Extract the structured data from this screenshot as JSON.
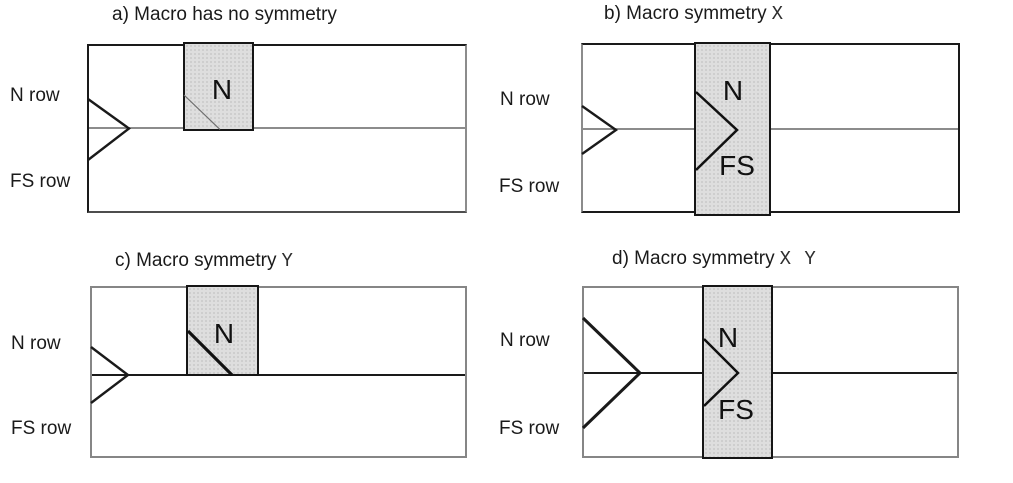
{
  "figure": {
    "colors": {
      "macro_fill": "#dedede",
      "macro_border": "#161616",
      "line_black": "#1a1a1a",
      "line_gray": "#8c8c8c"
    },
    "panels": [
      {
        "id": "a",
        "title": "a) Macro has no symmetry",
        "title_symbol": "",
        "row_labels": {
          "top": "N row",
          "bottom": "FS row"
        },
        "macro": {
          "top_label": "N",
          "bottom_label": ""
        }
      },
      {
        "id": "b",
        "title": "b) Macro symmetry",
        "title_symbol": "X",
        "row_labels": {
          "top": "N row",
          "bottom": "FS row"
        },
        "macro": {
          "top_label": "N",
          "bottom_label": "FS"
        }
      },
      {
        "id": "c",
        "title": "c) Macro symmetry",
        "title_symbol": "Y",
        "row_labels": {
          "top": "N row",
          "bottom": "FS row"
        },
        "macro": {
          "top_label": "N",
          "bottom_label": ""
        }
      },
      {
        "id": "d",
        "title": "d) Macro symmetry",
        "title_symbol": "X Y",
        "row_labels": {
          "top": "N row",
          "bottom": "FS row"
        },
        "macro": {
          "top_label": "N",
          "bottom_label": "FS"
        }
      }
    ]
  }
}
